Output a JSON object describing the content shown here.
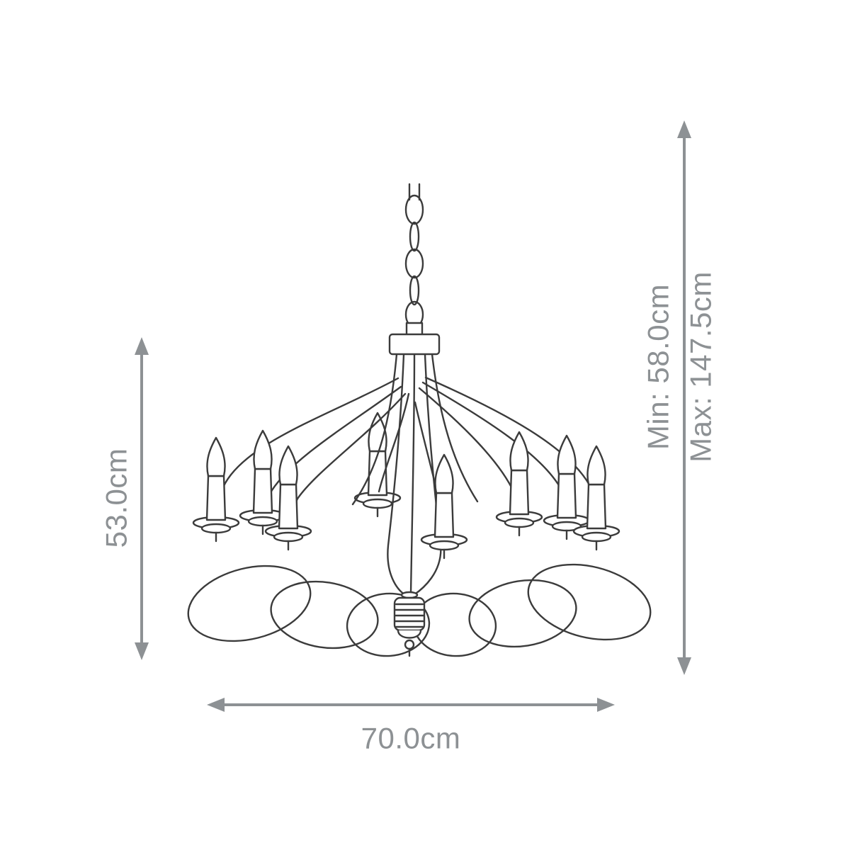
{
  "dimensions": {
    "height_left": "53.0cm",
    "width_bottom": "70.0cm",
    "height_min": "Min: 58.0cm",
    "height_max": "Max: 147.5cm"
  },
  "colors": {
    "dimension_gray": "#8d9194",
    "line_art": "#3b3b3b",
    "background": "#ffffff"
  }
}
